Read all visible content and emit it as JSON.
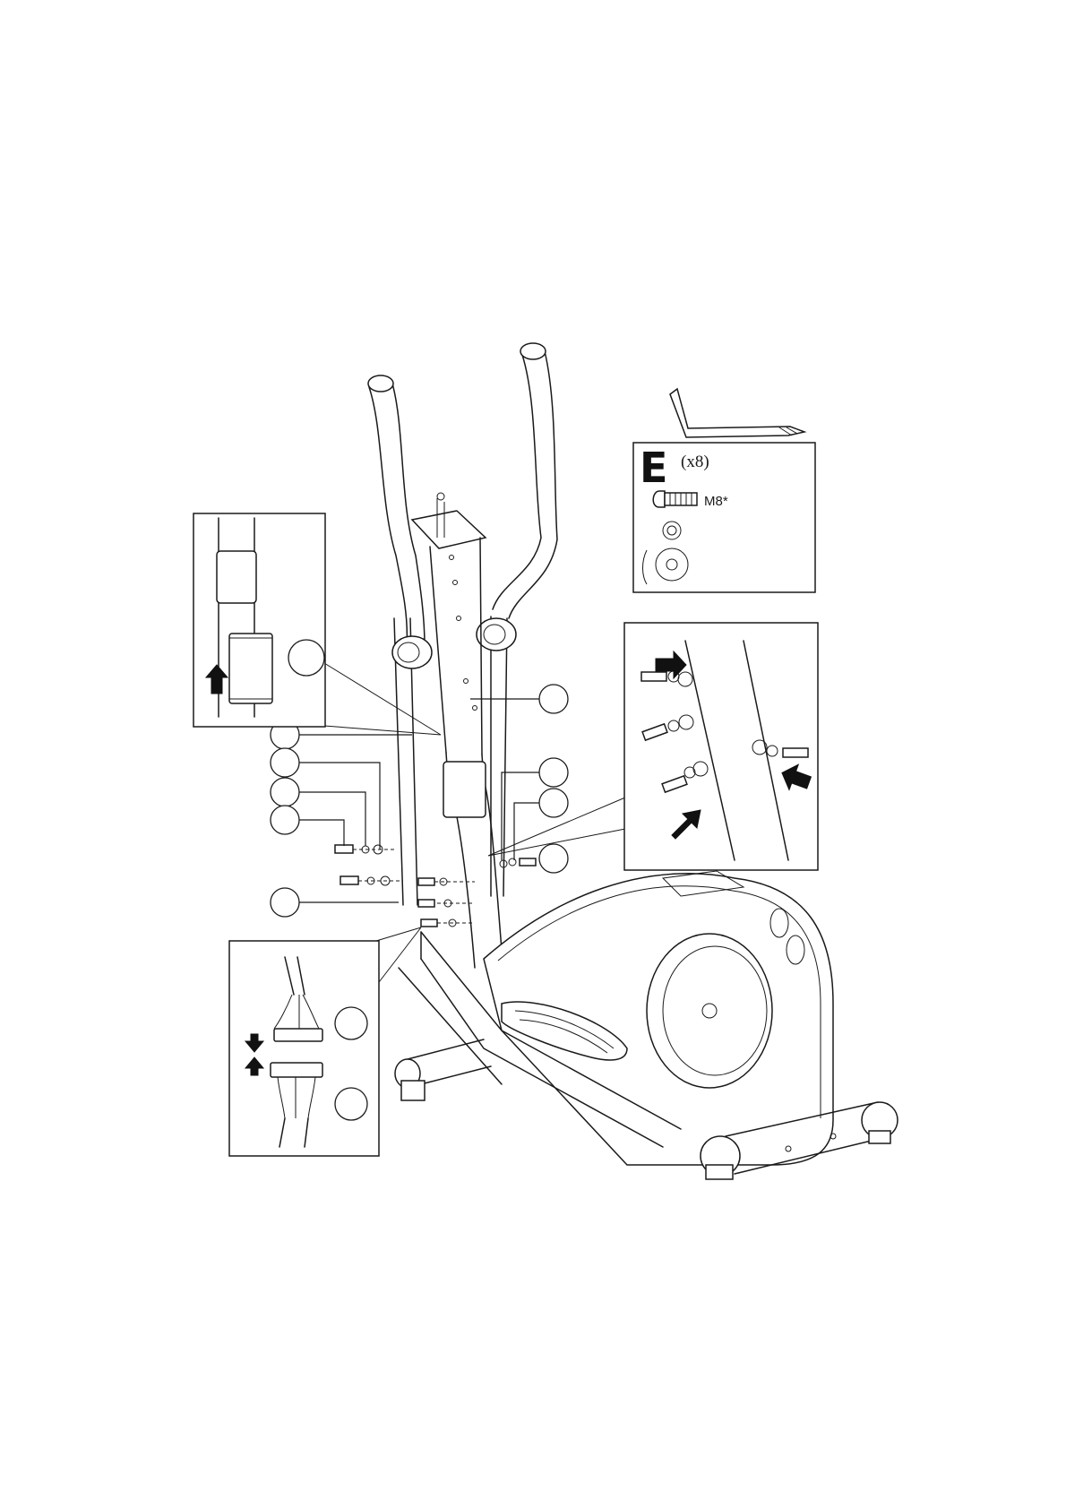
{
  "hardware_box": {
    "part_letter": "E",
    "quantity": "(x8)",
    "bolt_size": "M8*"
  }
}
